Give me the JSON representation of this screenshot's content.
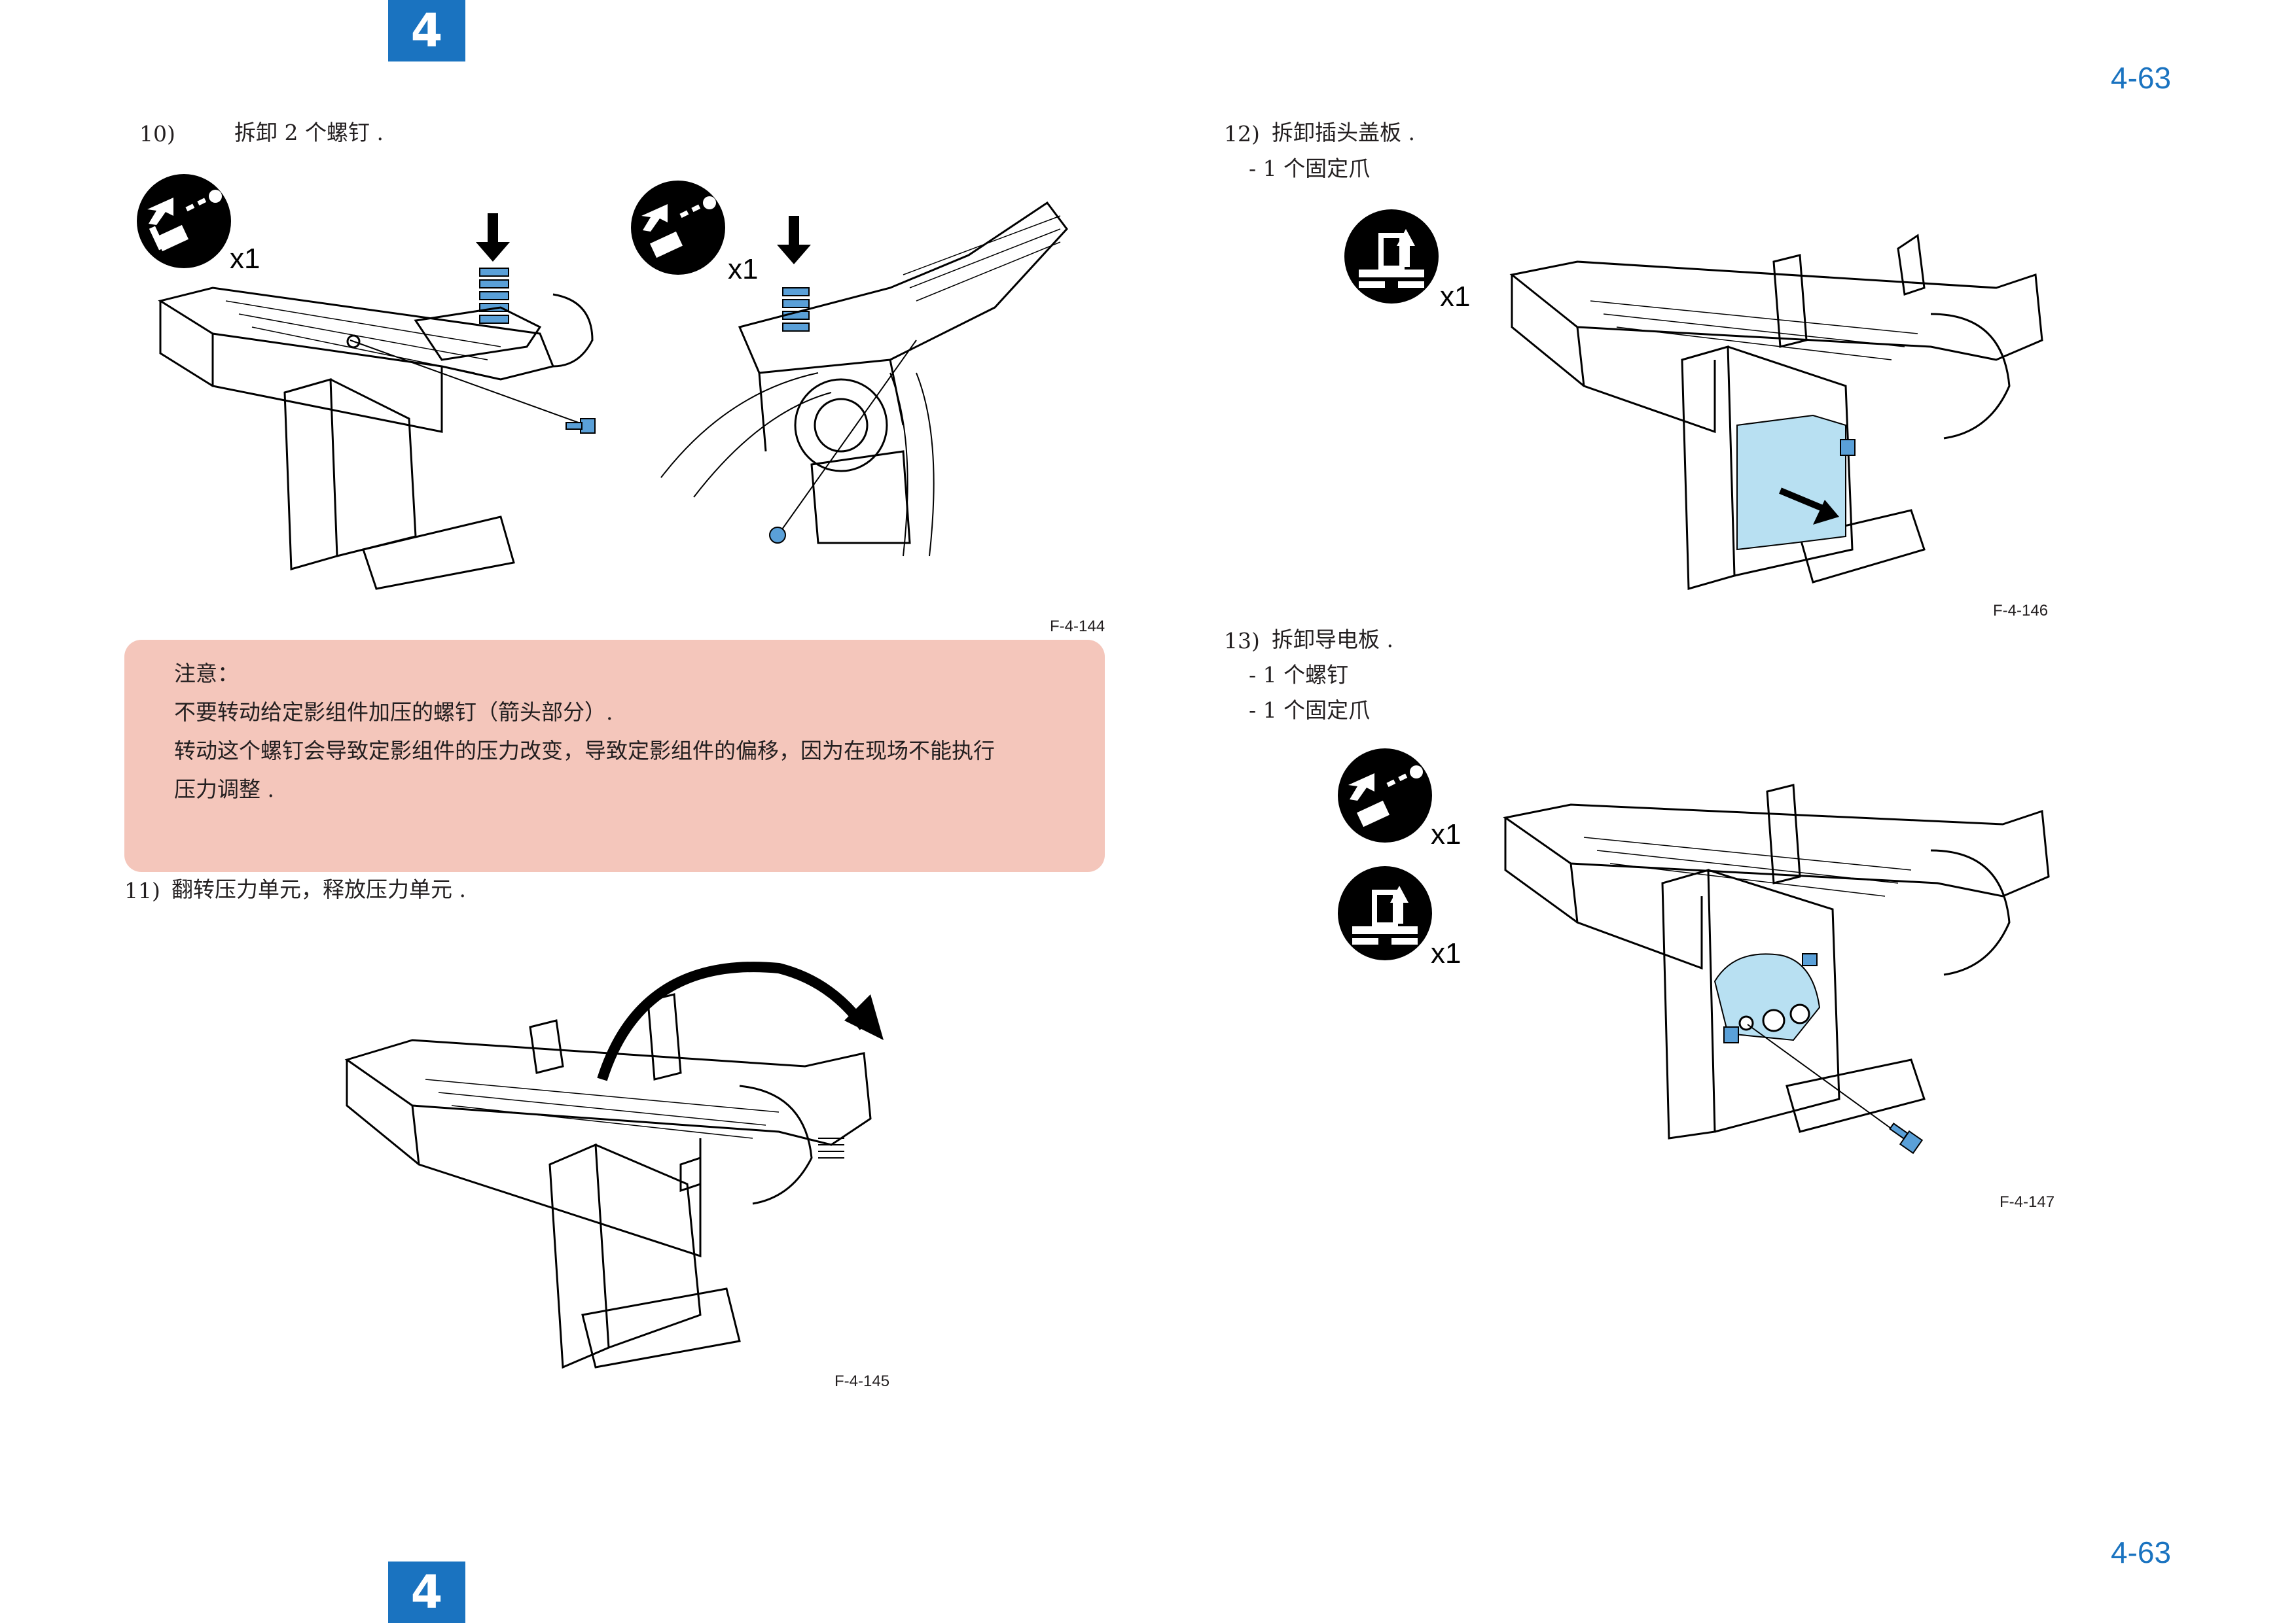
{
  "header": {
    "chapter": "4",
    "page_number": "4-63"
  },
  "footer": {
    "chapter": "4",
    "page_number": "4-63"
  },
  "steps": {
    "s10": {
      "num": "10)",
      "text": "拆卸 2 个螺钉 ."
    },
    "s11": {
      "num": "11)",
      "text": "翻转压力单元，释放压力单元 ."
    },
    "s12": {
      "num": "12)",
      "text": "拆卸插头盖板 .",
      "sub1": "- 1 个固定爪"
    },
    "s13": {
      "num": "13)",
      "text": "拆卸导电板 .",
      "sub1": "- 1 个螺钉",
      "sub2": "- 1 个固定爪"
    }
  },
  "caution": {
    "title": "注意：",
    "line1": "不要转动给定影组件加压的螺钉（箭头部分）.",
    "line2": "转动这个螺钉会导致定影组件的压力改变，导致定影组件的偏移，因为在现场不能执行",
    "line3": "压力调整 ."
  },
  "figures": {
    "f144": "F-4-144",
    "f145": "F-4-145",
    "f146": "F-4-146",
    "f147": "F-4-147"
  },
  "icons": {
    "qty": "x1",
    "screw_icon": "screw-remove-icon",
    "claw_icon": "claw-release-icon"
  },
  "colors": {
    "accent": "#1a73c0",
    "caution_bg": "#f4c6bb",
    "highlight": "#b8e0f2"
  }
}
